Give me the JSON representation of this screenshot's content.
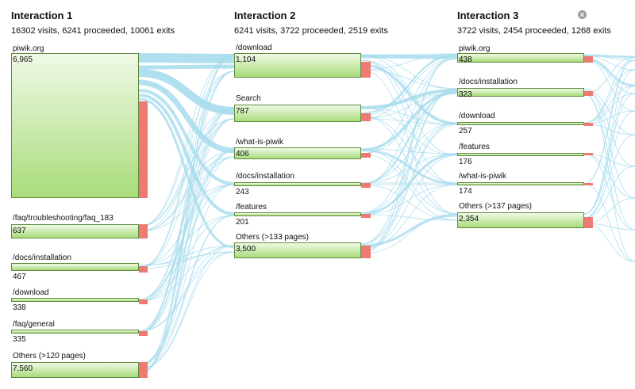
{
  "chart_data": {
    "type": "sankey",
    "columns": [
      {
        "title": "Interaction 1",
        "stats": "16302 visits, 6241 proceeded, 10061 exits",
        "nodes": [
          {
            "label": "piwik.org",
            "value": "6,965"
          },
          {
            "label": "/faq/troubleshooting/faq_183",
            "value": "637"
          },
          {
            "label": "/docs/installation",
            "value": "467"
          },
          {
            "label": "/download",
            "value": "338"
          },
          {
            "label": "/faq/general",
            "value": "335"
          },
          {
            "label": "Others (>120 pages)",
            "value": "7,560"
          }
        ]
      },
      {
        "title": "Interaction 2",
        "stats": "6241 visits, 3722 proceeded, 2519 exits",
        "nodes": [
          {
            "label": "/download",
            "value": "1,104"
          },
          {
            "label": "Search",
            "value": "787"
          },
          {
            "label": "/what-is-piwik",
            "value": "406"
          },
          {
            "label": "/docs/installation",
            "value": "243"
          },
          {
            "label": "/features",
            "value": "201"
          },
          {
            "label": "Others (>133 pages)",
            "value": "3,500"
          }
        ]
      },
      {
        "title": "Interaction 3",
        "stats": "3722 visits, 2454 proceeded, 1268 exits",
        "nodes": [
          {
            "label": "piwik.org",
            "value": "438"
          },
          {
            "label": "/docs/installation",
            "value": "323"
          },
          {
            "label": "/download",
            "value": "257"
          },
          {
            "label": "/features",
            "value": "176"
          },
          {
            "label": "/what-is-piwik",
            "value": "174"
          },
          {
            "label": "Others (>137 pages)",
            "value": "2,354"
          }
        ]
      }
    ]
  },
  "colors": {
    "flow": "#a7dced",
    "exit": "#ef7a72",
    "bar_border": "#5f8a3e",
    "bar_top": "#eff9e6",
    "bar_bottom": "#a9dc7b"
  },
  "icons": {
    "close": "close-icon"
  }
}
